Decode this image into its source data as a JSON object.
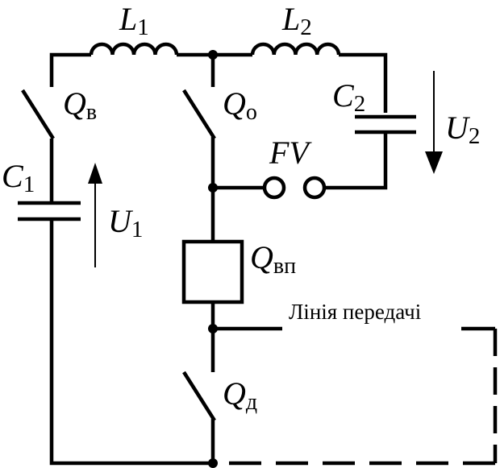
{
  "components": {
    "L1": {
      "main": "L",
      "sub": "1"
    },
    "L2": {
      "main": "L",
      "sub": "2"
    },
    "C1": {
      "main": "C",
      "sub": "1"
    },
    "C2": {
      "main": "C",
      "sub": "2"
    },
    "Qv": {
      "main": "Q",
      "sub": "в"
    },
    "Qo": {
      "main": "Q",
      "sub": "о"
    },
    "Qvp": {
      "main": "Q",
      "sub": "вп"
    },
    "Qd": {
      "main": "Q",
      "sub": "д"
    },
    "FV": {
      "main": "FV"
    },
    "U1": {
      "main": "U",
      "sub": "1"
    },
    "U2": {
      "main": "U",
      "sub": "2"
    }
  },
  "line_label": "Лінія передачі"
}
